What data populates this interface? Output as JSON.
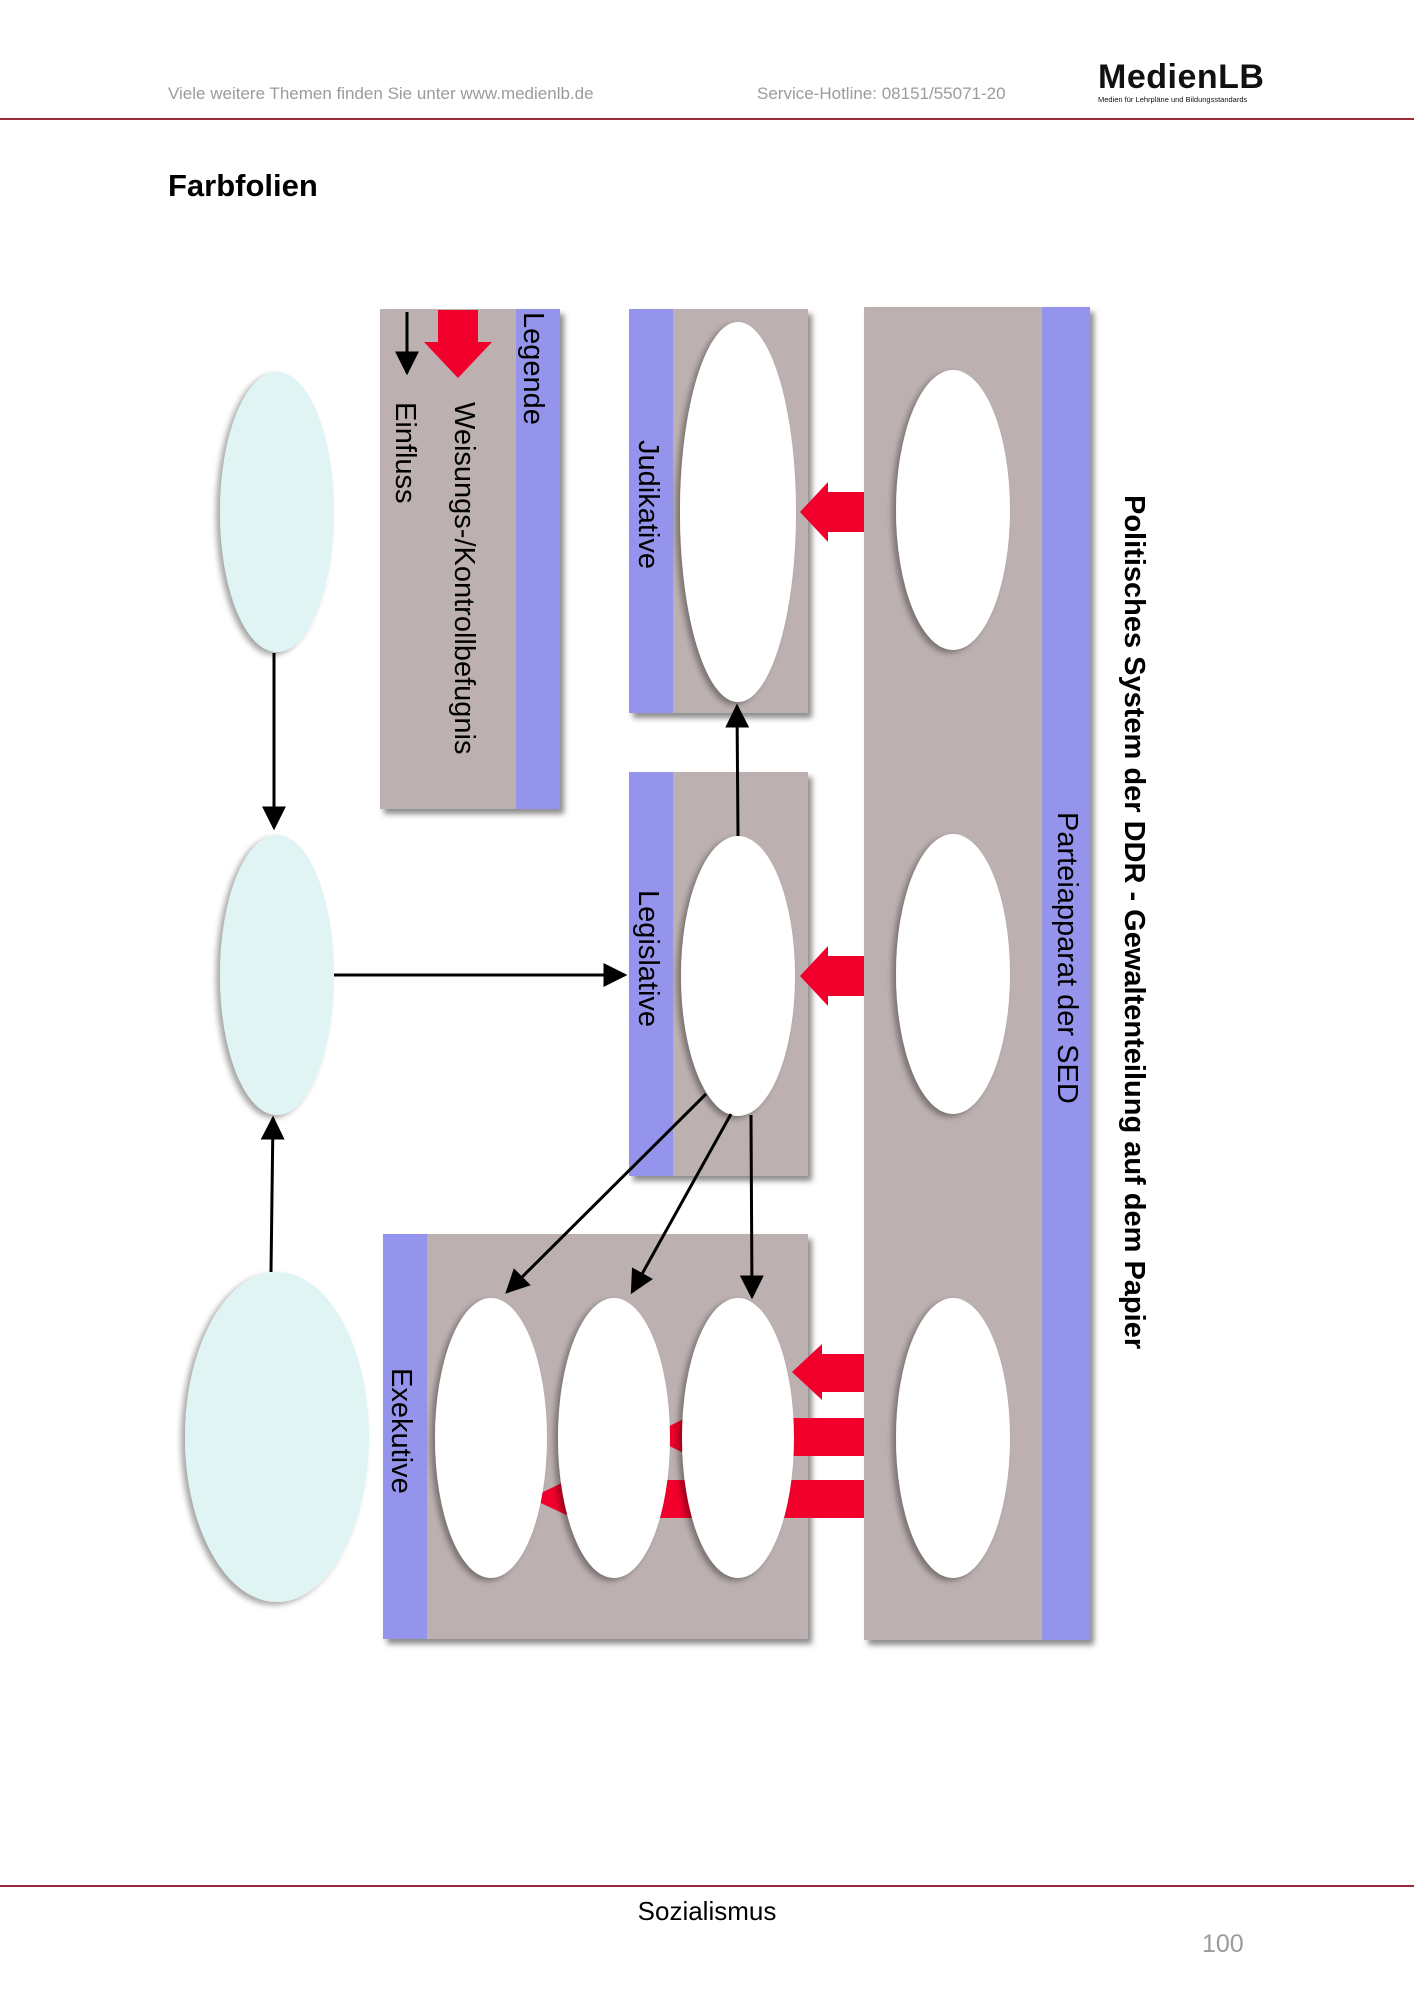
{
  "header": {
    "left_text": "Viele weitere Themen finden Sie unter www.medienlb.de",
    "hotline": "Service-Hotline: 08151/55071-20",
    "logo_name": "MedienLB",
    "logo_tagline": "Medien für Lehrpläne und Bildungsstandards"
  },
  "page_title": "Farbfolien",
  "diagram": {
    "title": "Politisches System der DDR - Gewaltenteilung auf dem Papier",
    "party_label": "Parteiapparat der SED",
    "judikative_label": "Judikative",
    "legislative_label": "Legislative",
    "exekutive_label": "Exekutive",
    "legend_title": "Legende",
    "legend_red": "Weisungs-/Kontrollbefugnis",
    "legend_black": "Einfluss",
    "colors": {
      "panel": "#bcb0b0",
      "band": "#9494ec",
      "red_arrow": "#f0002a",
      "cyan_ellipse": "#e0f4f4",
      "white_ellipse": "#ffffff"
    }
  },
  "footer": {
    "topic": "Sozialismus",
    "page_number": "100"
  }
}
